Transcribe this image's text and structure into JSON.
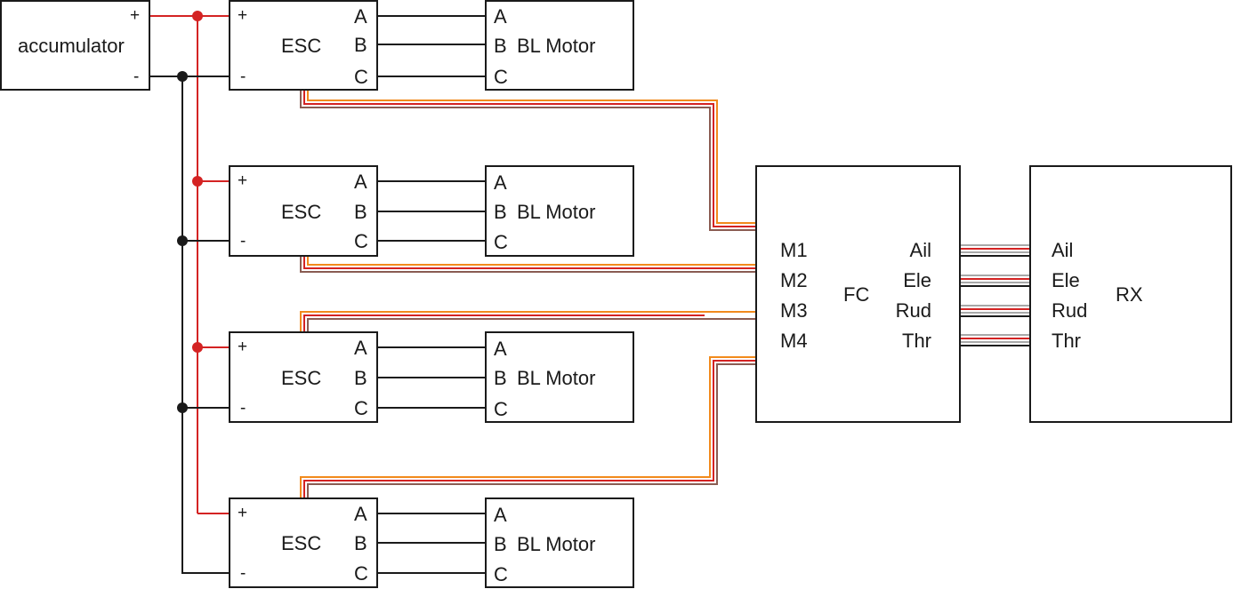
{
  "colors": {
    "line": "#1a1a1a",
    "power_positive": "#d42323",
    "signal_orange": "#f28a1c",
    "signal_red": "#d42323",
    "signal_brown": "#8a5c52",
    "bus_gray": "#a8a8a8"
  },
  "battery": {
    "label": "accumulator",
    "plus": "+",
    "minus": "-"
  },
  "escs": [
    {
      "label": "ESC",
      "plus": "+",
      "minus": "-",
      "out_a": "A",
      "out_b": "B",
      "out_c": "C"
    },
    {
      "label": "ESC",
      "plus": "+",
      "minus": "-",
      "out_a": "A",
      "out_b": "B",
      "out_c": "C"
    },
    {
      "label": "ESC",
      "plus": "+",
      "minus": "-",
      "out_a": "A",
      "out_b": "B",
      "out_c": "C"
    },
    {
      "label": "ESC",
      "plus": "+",
      "minus": "-",
      "out_a": "A",
      "out_b": "B",
      "out_c": "C"
    }
  ],
  "motors": [
    {
      "label": "BL Motor",
      "in_a": "A",
      "in_b": "B",
      "in_c": "C"
    },
    {
      "label": "BL Motor",
      "in_a": "A",
      "in_b": "B",
      "in_c": "C"
    },
    {
      "label": "BL Motor",
      "in_a": "A",
      "in_b": "B",
      "in_c": "C"
    },
    {
      "label": "BL Motor",
      "in_a": "A",
      "in_b": "B",
      "in_c": "C"
    }
  ],
  "flight_controller": {
    "label": "FC",
    "motor_ports": [
      "M1",
      "M2",
      "M3",
      "M4"
    ],
    "rx_ports": [
      "Ail",
      "Ele",
      "Rud",
      "Thr"
    ]
  },
  "receiver": {
    "label": "RX",
    "ports": [
      "Ail",
      "Ele",
      "Rud",
      "Thr"
    ]
  }
}
